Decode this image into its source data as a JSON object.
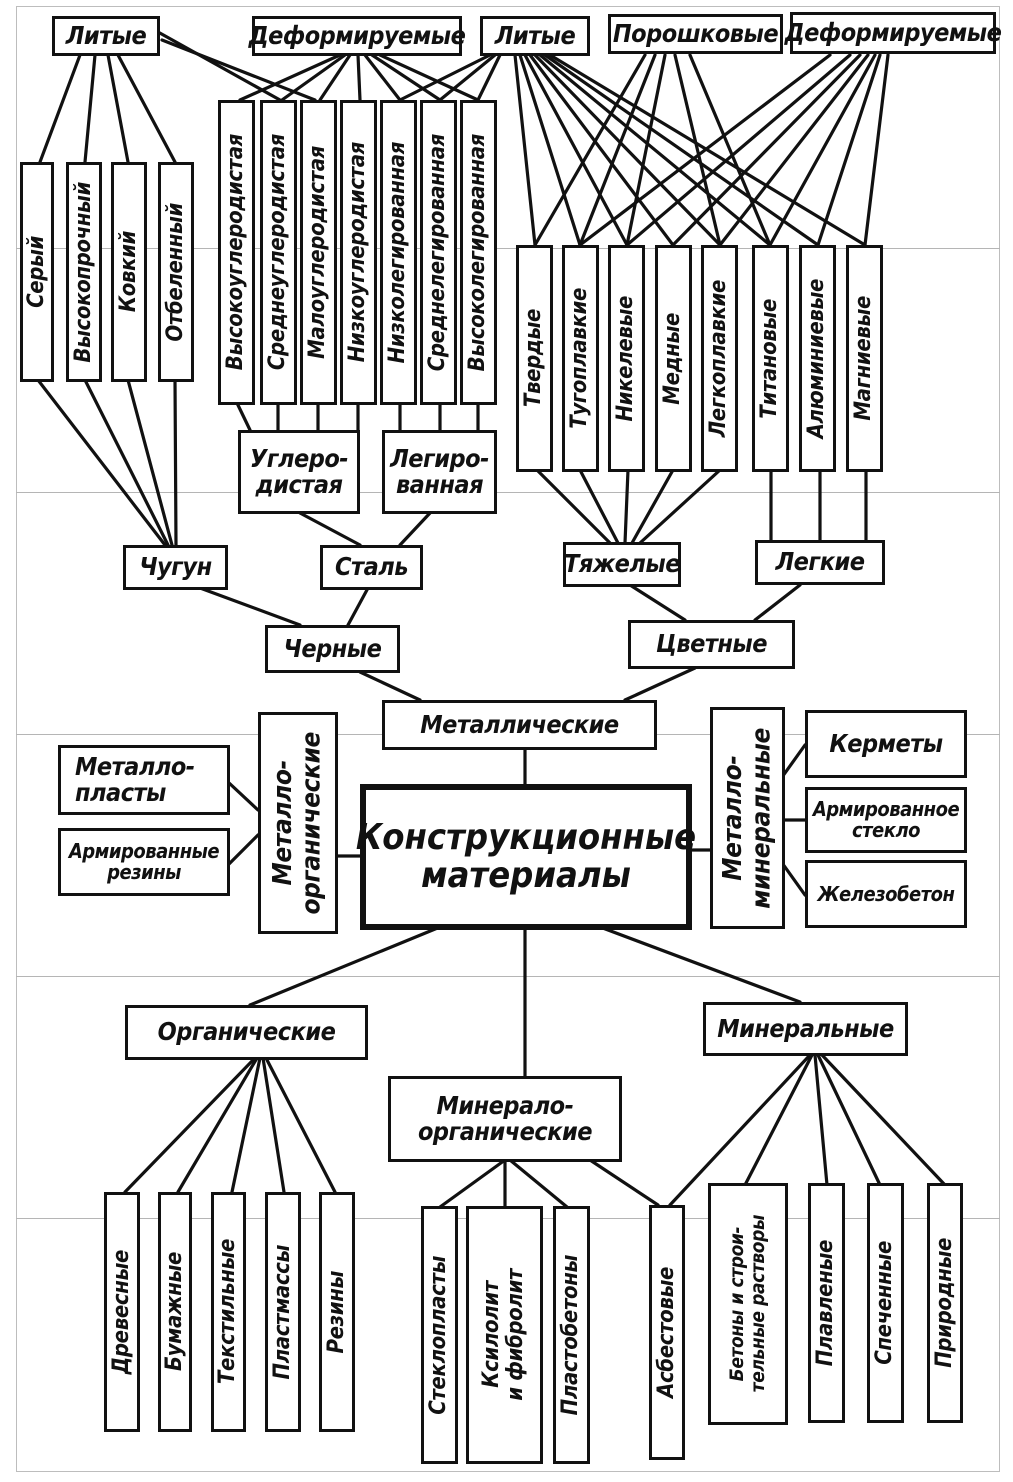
{
  "title": "Конструкционные материалы",
  "root": "Конструкционные\nматериалы",
  "metallic": {
    "label": "Металлические",
    "ferrous": {
      "label": "Черные",
      "cast_iron": {
        "label": "Чугун",
        "parent": "Литые",
        "types": [
          "Серый",
          "Высокопрочный",
          "Ковкий",
          "Отбеленный"
        ]
      },
      "steel": {
        "label": "Сталь",
        "parent": "Деформируемые",
        "carbon": {
          "label": "Углеро-\nдистая",
          "types": [
            "Высокоуглеродистая",
            "Среднеуглеродистая",
            "Малоуглеродистая"
          ]
        },
        "alloy": {
          "label": "Легиро-\nванная",
          "types": [
            "Низкоуглеродистая",
            "Низколегированная",
            "Среднелегированная",
            "Высоколегированная"
          ]
        }
      }
    },
    "nonferrous": {
      "label": "Цветные",
      "parents": [
        "Литые",
        "Порошковые",
        "Деформируемые"
      ],
      "heavy": {
        "label": "Тяжелые",
        "types": [
          "Твердые",
          "Тугоплавкие",
          "Никелевые",
          "Медные",
          "Легкоплавкие"
        ]
      },
      "light": {
        "label": "Легкие",
        "types": [
          "Титановые",
          "Алюминиевые",
          "Магниевые"
        ]
      }
    }
  },
  "top_labels": [
    "Литые",
    "Деформируемые",
    "Литые",
    "Порошковые",
    "Деформируемые"
  ],
  "metal_organic": {
    "label": "Металло-\nорганические",
    "types": [
      "Металло-\nпласты",
      "Армированные\nрезины"
    ]
  },
  "metal_mineral": {
    "label": "Металло-\nминеральные",
    "types": [
      "Керметы",
      "Армированное\nстекло",
      "Железобетон"
    ]
  },
  "organic": {
    "label": "Органические",
    "types": [
      "Древесные",
      "Бумажные",
      "Текстильные",
      "Пластмассы",
      "Резины"
    ]
  },
  "mineral_organic": {
    "label": "Минерало-\nорганические",
    "types": [
      "Стеклопласты",
      "Ксилолит\nи фибролит",
      "Пластобетоны"
    ]
  },
  "mineral": {
    "label": "Минеральные",
    "types": [
      "Асбестовые",
      "Бетоны и строи-\nтельные растворы",
      "Плавленые",
      "Спеченные",
      "Природные"
    ]
  }
}
